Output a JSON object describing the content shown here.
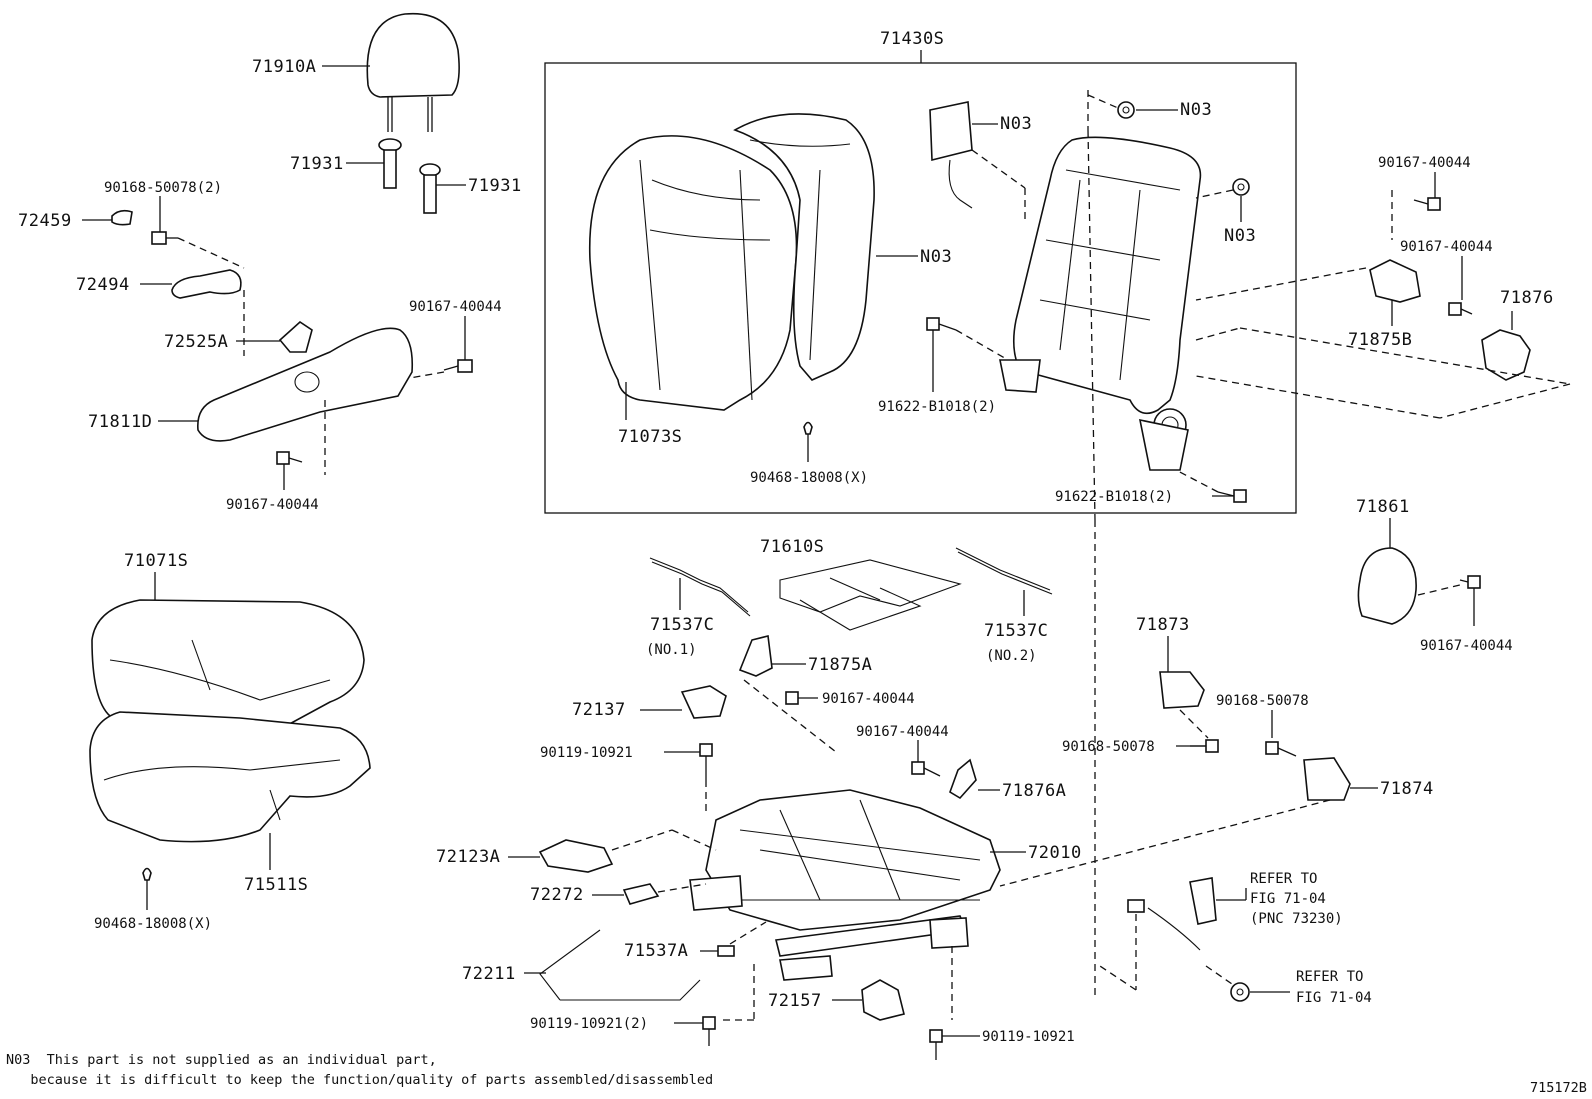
{
  "labels": {
    "l71430S": "71430S",
    "l71910A": "71910A",
    "l71931a": "71931",
    "l71931b": "71931",
    "l90168_50078_2": "90168-50078(2)",
    "l72459": "72459",
    "l72494": "72494",
    "l72525A": "72525A",
    "l90167_40044_a": "90167-40044",
    "l71811D": "71811D",
    "l90167_40044_b": "90167-40044",
    "l71071S": "71071S",
    "l71511S": "71511S",
    "l90468_18008_a": "90468-18008(X)",
    "l71073S": "71073S",
    "l90468_18008_b": "90468-18008(X)",
    "lN03_a": "N03",
    "lN03_b": "N03",
    "lN03_c": "N03",
    "lN03_d": "N03",
    "l91622_a": "91622-B1018(2)",
    "l91622_b": "91622-B1018(2)",
    "l90167_40044_c": "90167-40044",
    "l90167_40044_d": "90167-40044",
    "l71876": "71876",
    "l71875B": "71875B",
    "l71861": "71861",
    "l90167_40044_e": "90167-40044",
    "l71610S": "71610S",
    "l71537C_1": "71537C",
    "l71537C_1_sub": "(NO.1)",
    "l71537C_2": "71537C",
    "l71537C_2_sub": "(NO.2)",
    "l71875A": "71875A",
    "l72137": "72137",
    "l90167_40044_f": "90167-40044",
    "l90119_10921_a": "90119-10921",
    "l90167_40044_g": "90167-40044",
    "l71876A": "71876A",
    "l72123A": "72123A",
    "l72010": "72010",
    "l72272": "72272",
    "l71537A": "71537A",
    "l72211": "72211",
    "l72157": "72157",
    "l90119_10921_2": "90119-10921(2)",
    "l90119_10921_b": "90119-10921",
    "l71873": "71873",
    "l90168_50078_a": "90168-50078",
    "l90168_50078_b": "90168-50078",
    "l71874": "71874",
    "refer1_line1": "REFER TO",
    "refer1_line2": "FIG 71-04",
    "refer1_line3": "(PNC 73230)",
    "refer2_line1": "REFER TO",
    "refer2_line2": "FIG 71-04"
  },
  "footnote": {
    "line1": "N03  This part is not supplied as an individual part,",
    "line2": "   because it is difficult to keep the function/quality of parts assembled/disassembled"
  },
  "figure_id": "715172B"
}
